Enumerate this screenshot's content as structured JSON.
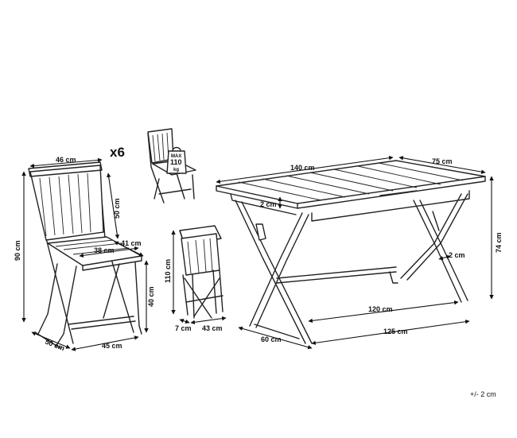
{
  "chair": {
    "width": "46 cm",
    "multiplier": "x6",
    "back_height": "50 cm",
    "seat_depth_top": "41 cm",
    "seat_width": "38 cm",
    "total_height": "90 cm",
    "seat_height": "40 cm",
    "footprint_depth": "50 cm",
    "footprint_width": "45 cm"
  },
  "load_badge": {
    "line1": "MAX",
    "line2": "110",
    "line3": "kg"
  },
  "folded_chair": {
    "height": "110 cm",
    "depth": "7 cm",
    "width": "43 cm"
  },
  "table": {
    "length": "140 cm",
    "width": "75 cm",
    "apron": "2 cm",
    "height": "74 cm",
    "leg_thickness": "2 cm",
    "inner_length": "120 cm",
    "base_length": "125 cm",
    "base_width": "60 cm"
  },
  "tolerance": "+/- 2 cm"
}
